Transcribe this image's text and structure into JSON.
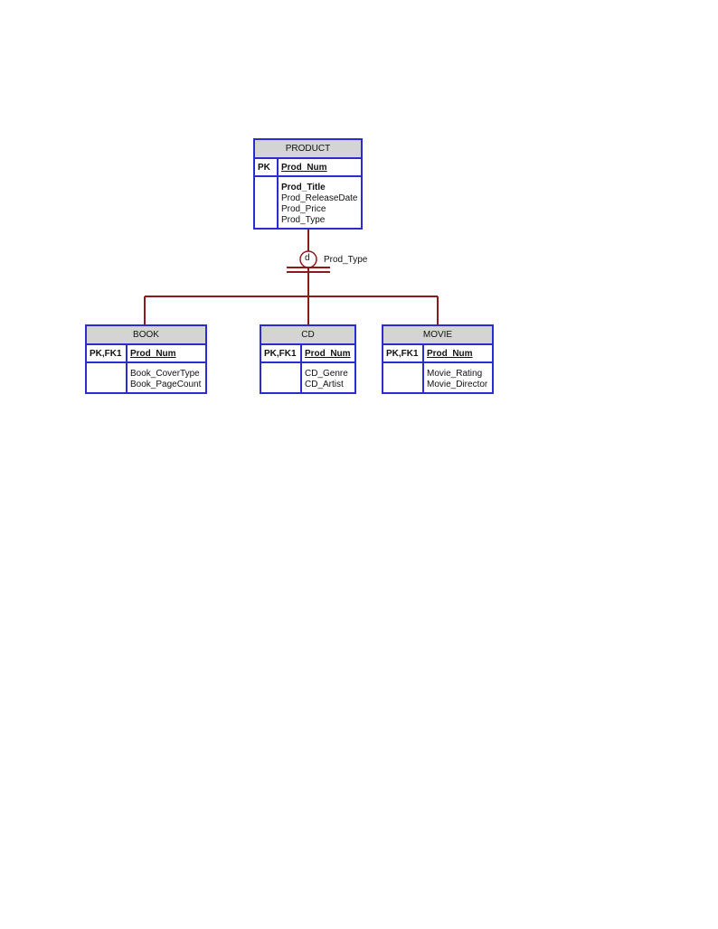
{
  "colors": {
    "entity_border": "#2b2bd0",
    "entity_header": "#d4d4d4",
    "connector": "#8b1a1a"
  },
  "product": {
    "title": "PRODUCT",
    "key_label": "PK",
    "pk_field": "Prod_Num",
    "attributes": [
      "Prod_Title",
      "Prod_ReleaseDate",
      "Prod_Price",
      "Prod_Type"
    ]
  },
  "subtype": {
    "symbol": "d",
    "discriminator": "Prod_Type"
  },
  "book": {
    "title": "BOOK",
    "key_label": "PK,FK1",
    "pk_field": "Prod_Num",
    "attributes": [
      "Book_CoverType",
      "Book_PageCount"
    ]
  },
  "cd": {
    "title": "CD",
    "key_label": "PK,FK1",
    "pk_field": "Prod_Num",
    "attributes": [
      "CD_Genre",
      "CD_Artist"
    ]
  },
  "movie": {
    "title": "MOVIE",
    "key_label": "PK,FK1",
    "pk_field": "Prod_Num",
    "attributes": [
      "Movie_Rating",
      "Movie_Director"
    ]
  }
}
